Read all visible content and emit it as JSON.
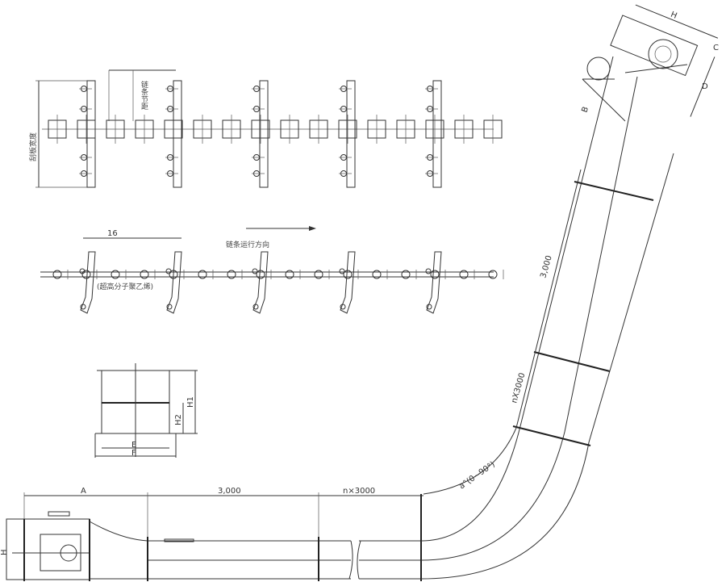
{
  "top_view": {
    "chain_pitch_label": "链条节距",
    "scraper_width_label": "刮板宽度"
  },
  "side_view": {
    "offset_label": "16",
    "direction_label": "链条运行方向",
    "material_label": "(超高分子聚乙烯)"
  },
  "section_view": {
    "e_label": "E",
    "f_label": "F",
    "h1_label": "H1",
    "h2_label": "H2"
  },
  "head_section": {
    "h_label": "H",
    "c_label": "C",
    "d_label": "D",
    "b_label": "B"
  },
  "incline": {
    "straight_label": "3,000",
    "repeat_label": "nX3000",
    "angle_label": "a°(0~90°)"
  },
  "horizontal": {
    "a_label": "A",
    "straight_label": "3,000",
    "repeat_label": "n×3000",
    "h_label": "H"
  }
}
